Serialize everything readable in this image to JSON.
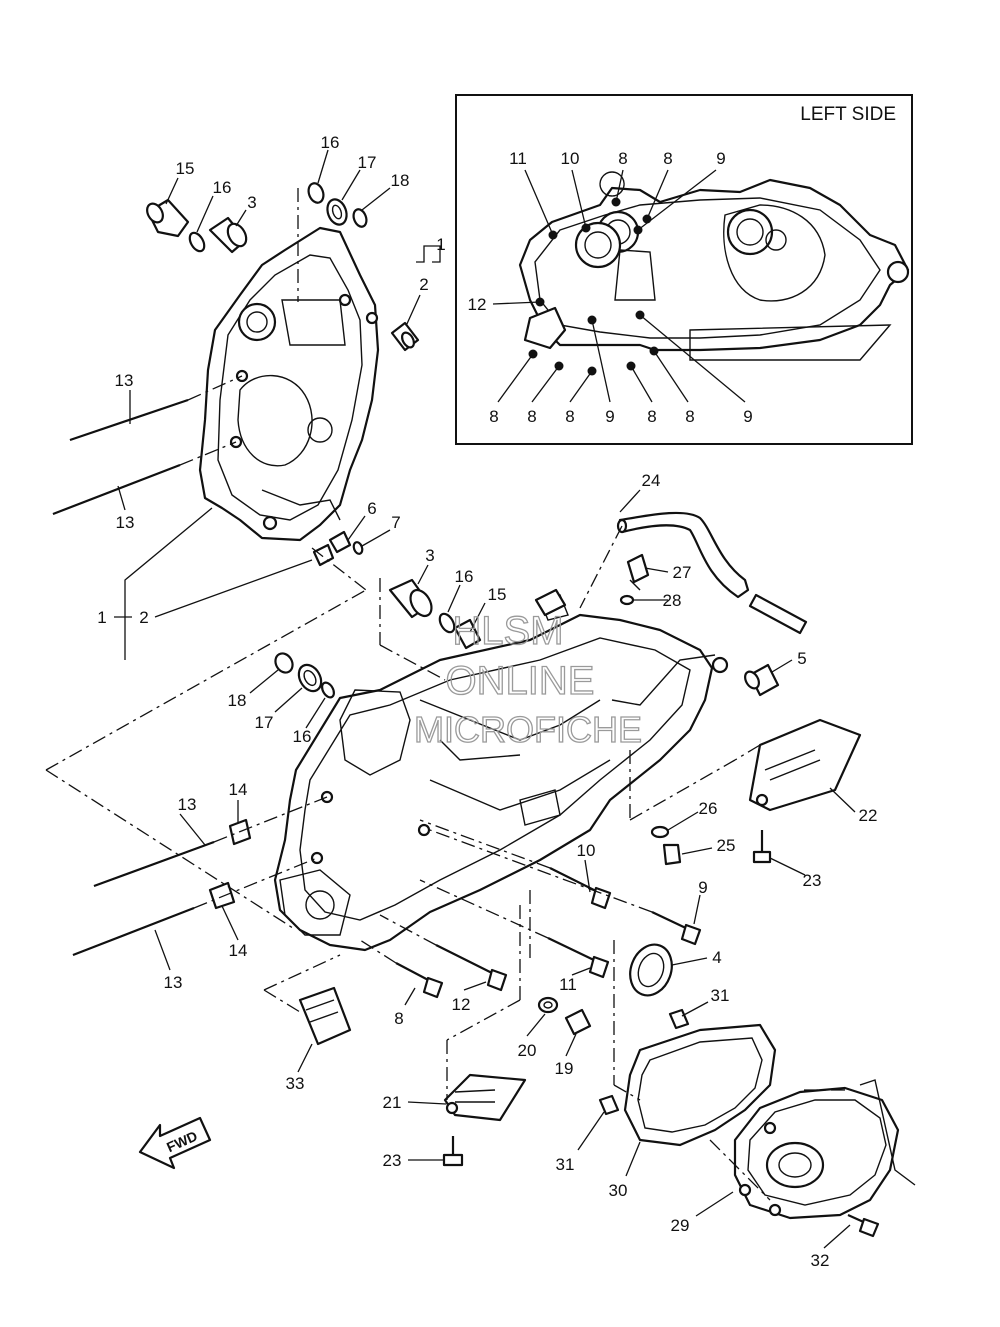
{
  "inset": {
    "title": "LEFT SIDE"
  },
  "fwd_label": "FWD",
  "watermark": {
    "line1": "HLSM",
    "line2": "ONLINE",
    "line3": "MICROFICHE"
  },
  "callouts": {
    "c15a": "15",
    "c16a": "16",
    "c3a": "3",
    "c16b": "16",
    "c17a": "17",
    "c18a": "18",
    "c1a": "1",
    "c2a": "2",
    "c13a": "13",
    "c13b": "13",
    "c6": "6",
    "c7": "7",
    "c1b": "1",
    "c2b": "2",
    "c3b": "3",
    "c16c": "16",
    "c15b": "15",
    "c24": "24",
    "c27": "27",
    "c28": "28",
    "c5": "5",
    "c18b": "18",
    "c17b": "17",
    "c16d": "16",
    "c14a": "14",
    "c13c": "13",
    "c14b": "14",
    "c13d": "13",
    "c22": "22",
    "c26": "26",
    "c25": "25",
    "c23a": "23",
    "c10": "10",
    "c9": "9",
    "c4": "4",
    "c11": "11",
    "c12": "12",
    "c8": "8",
    "c31a": "31",
    "c20": "20",
    "c19": "19",
    "c33": "33",
    "c21": "21",
    "c23b": "23",
    "c31b": "31",
    "c30": "30",
    "c29": "29",
    "c32": "32"
  },
  "inset_callouts": {
    "i11": "11",
    "i10": "10",
    "i8a": "8",
    "i8b": "8",
    "i9a": "9",
    "i12": "12",
    "i8c": "8",
    "i8d": "8",
    "i8e": "8",
    "i9b": "9",
    "i8f": "8",
    "i8g": "8",
    "i9c": "9"
  }
}
